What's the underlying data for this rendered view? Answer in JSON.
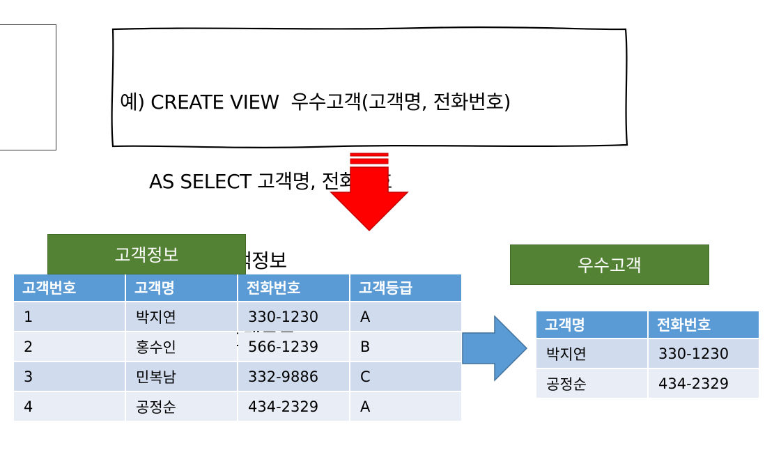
{
  "sql_example": {
    "lines": [
      "예) CREATE VIEW  우수고객(고객명, 전화번호)",
      "     AS SELECT 고객명, 전화번호",
      "      FROM 고객정보",
      "     WHERE 고객등급=‘A’;"
    ]
  },
  "source_table": {
    "title": "고객정보",
    "columns": [
      "고객번호",
      "고객명",
      "전화번호",
      "고객등급"
    ],
    "rows": [
      [
        "1",
        "박지연",
        "330-1230",
        "A"
      ],
      [
        "2",
        "홍수인",
        "566-1239",
        "B"
      ],
      [
        "3",
        "민복남",
        "332-9886",
        "C"
      ],
      [
        "4",
        "공정순",
        "434-2329",
        "A"
      ]
    ]
  },
  "view_table": {
    "title": "우수고객",
    "columns": [
      "고객명",
      "전화번호"
    ],
    "rows": [
      [
        "박지연",
        "330-1230"
      ],
      [
        "공정순",
        "434-2329"
      ]
    ]
  },
  "colors": {
    "title_green": "#548235",
    "header_blue": "#5b9bd5",
    "row_odd": "#d0dbee",
    "row_even": "#e9edf6",
    "down_arrow_red": "#ff0000",
    "right_arrow_blue": "#5b9bd5"
  }
}
